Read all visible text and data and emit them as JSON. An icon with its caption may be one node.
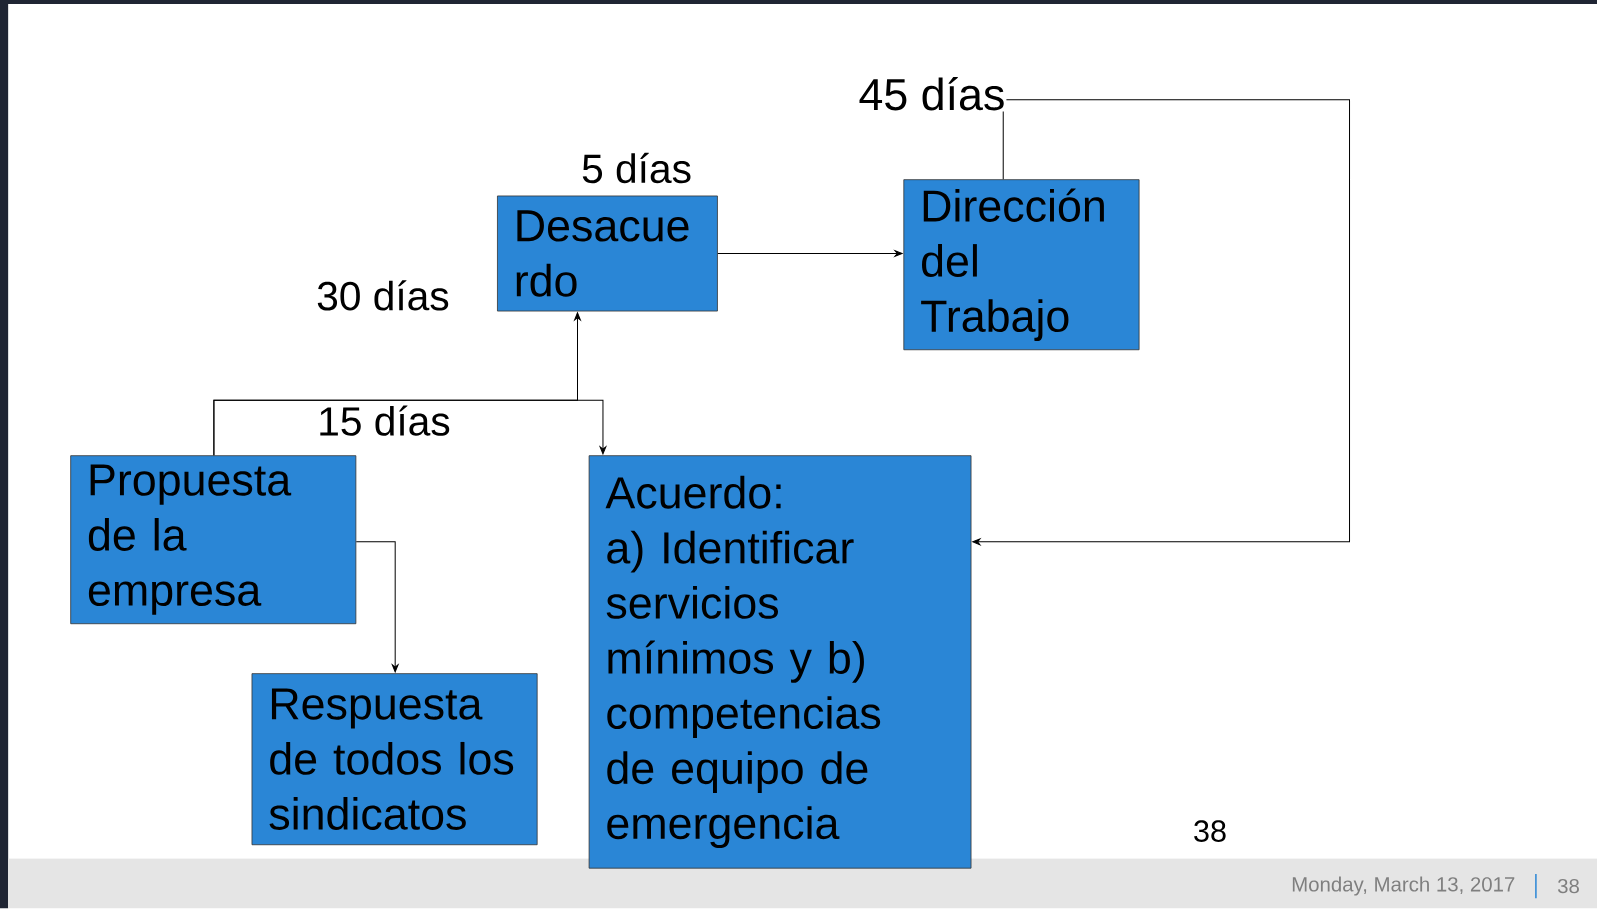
{
  "diagram": {
    "nodes": [
      {
        "text": [
          "Desacue rdo"
        ],
        "beside": [
          "5 días"
        ]
      },
      {
        "text": [
          "Dirección del Trabajo"
        ]
      },
      {
        "text": [
          "Propuesta de la empresa"
        ]
      },
      {
        "text": [
          "Acuerdo:",
          "a) Identificar servicios mínimos y b) competencias de equipo de emergencia"
        ]
      },
      {
        "text": [
          "Respuesta de todos los sindicatos"
        ]
      }
    ],
    "edges": [
      {
        "from": 0,
        "to": 1,
        "arrow": "to"
      },
      {
        "from": 1,
        "to": 3,
        "arrow": "to",
        "label": "45 días"
      },
      {
        "from": 2,
        "to": 0,
        "arrow": "to",
        "label": "30 días"
      },
      {
        "from": 2,
        "to": 3,
        "arrow": "to",
        "label": "15 días"
      },
      {
        "from": 2,
        "to": 4,
        "arrow": "to"
      }
    ],
    "labels": [
      "38",
      "Monday, March 13, 2017",
      "38"
    ]
  }
}
